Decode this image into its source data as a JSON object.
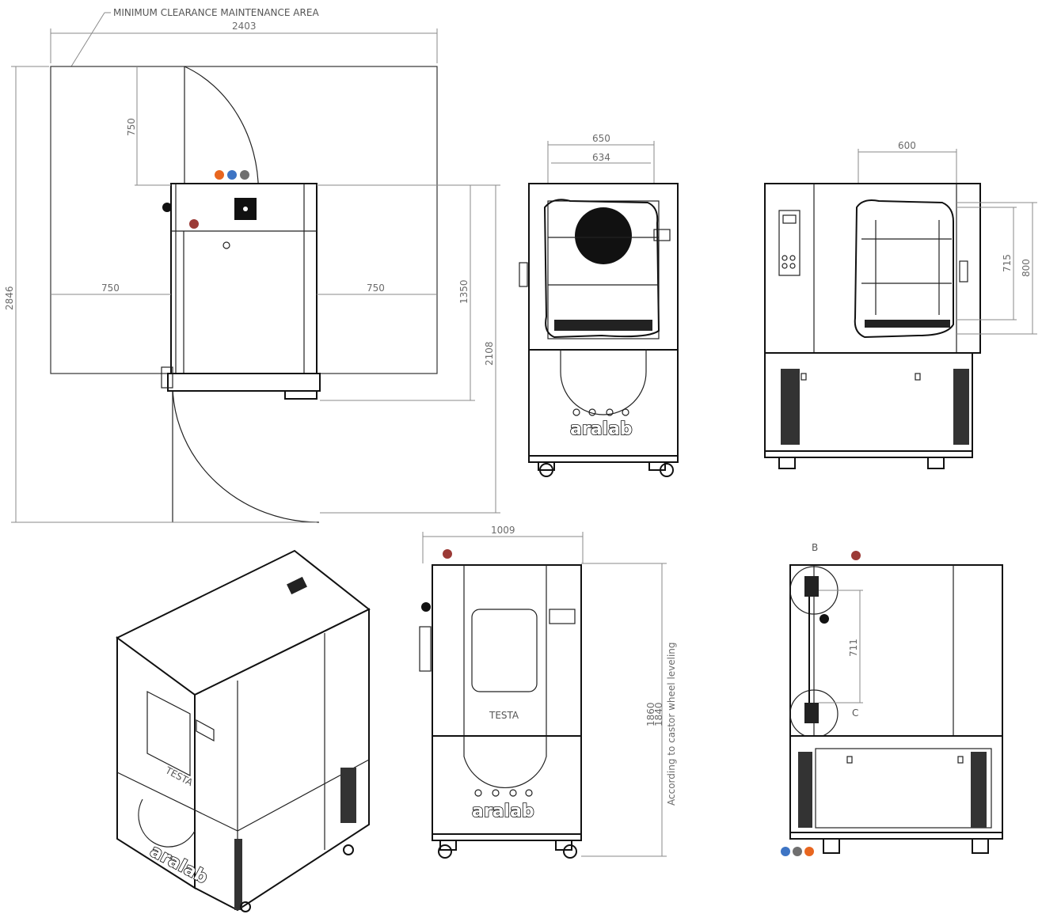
{
  "top_view": {
    "clearance_label": "MINIMUM CLEARANCE MAINTENANCE AREA",
    "width_total": "2403",
    "depth_total": "2846",
    "rear_clearance": "750",
    "left_clearance": "750",
    "right_clearance": "750",
    "chamber_depth": "1350",
    "depth_with_door": "2108"
  },
  "front_view": {
    "outer_width": "650",
    "inner_width": "634",
    "brand": "aralab"
  },
  "open_view": {
    "shelf_width": "600",
    "inner_height": "715",
    "door_height": "800"
  },
  "side_view": {
    "depth": "1009",
    "height_a": "1860",
    "height_b": "1840",
    "leveling_note": "According to castor wheel leveling",
    "window_label": "TESTA",
    "brand": "aralab"
  },
  "hinge_view": {
    "detail_b": "B",
    "detail_c": "C",
    "hinge_distance": "711"
  },
  "iso_view": {
    "window_label": "TESTA",
    "brand": "aralab"
  },
  "marker_colors": {
    "orange": "#e8661f",
    "blue": "#3d74c4",
    "gray": "#6f6f6f",
    "red": "#9b3a36",
    "black": "#111111"
  }
}
